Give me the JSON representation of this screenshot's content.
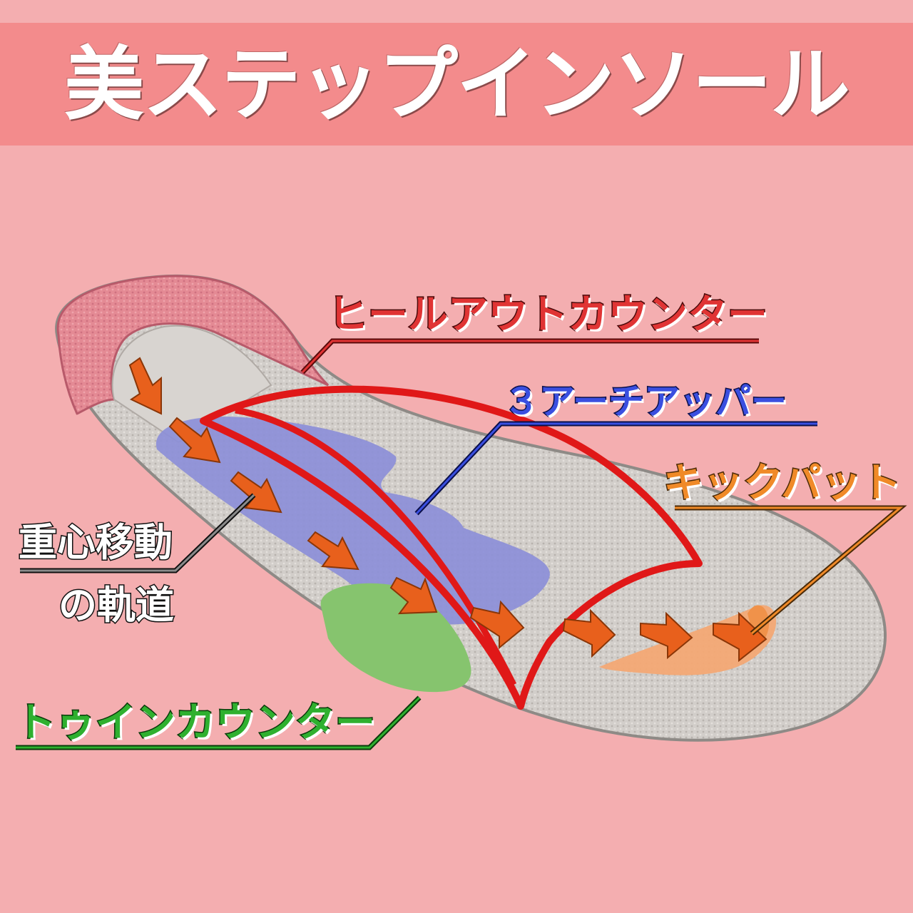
{
  "title": "美ステップインソール",
  "labels": {
    "heel_out_counter": "ヒールアウトカウンター",
    "three_arch_up": "３アーチアッパー",
    "kick_pad": "キックパット",
    "center_of_gravity_line1": "重心移動",
    "center_of_gravity_line2": "の軌道",
    "toe_in_counter": "トゥインカウンター"
  },
  "colors": {
    "background": "#f4aeb0",
    "title_band": "#f38b8c",
    "heel_out_counter": "#e03434",
    "three_arch_up": "#3a4fe0",
    "kick_pad": "#f08a28",
    "toe_in_counter": "#2fb02f",
    "trajectory_arrow": "#e8601c",
    "arch_outline": "#e01818",
    "insole_mesh": "#cfcac6"
  }
}
